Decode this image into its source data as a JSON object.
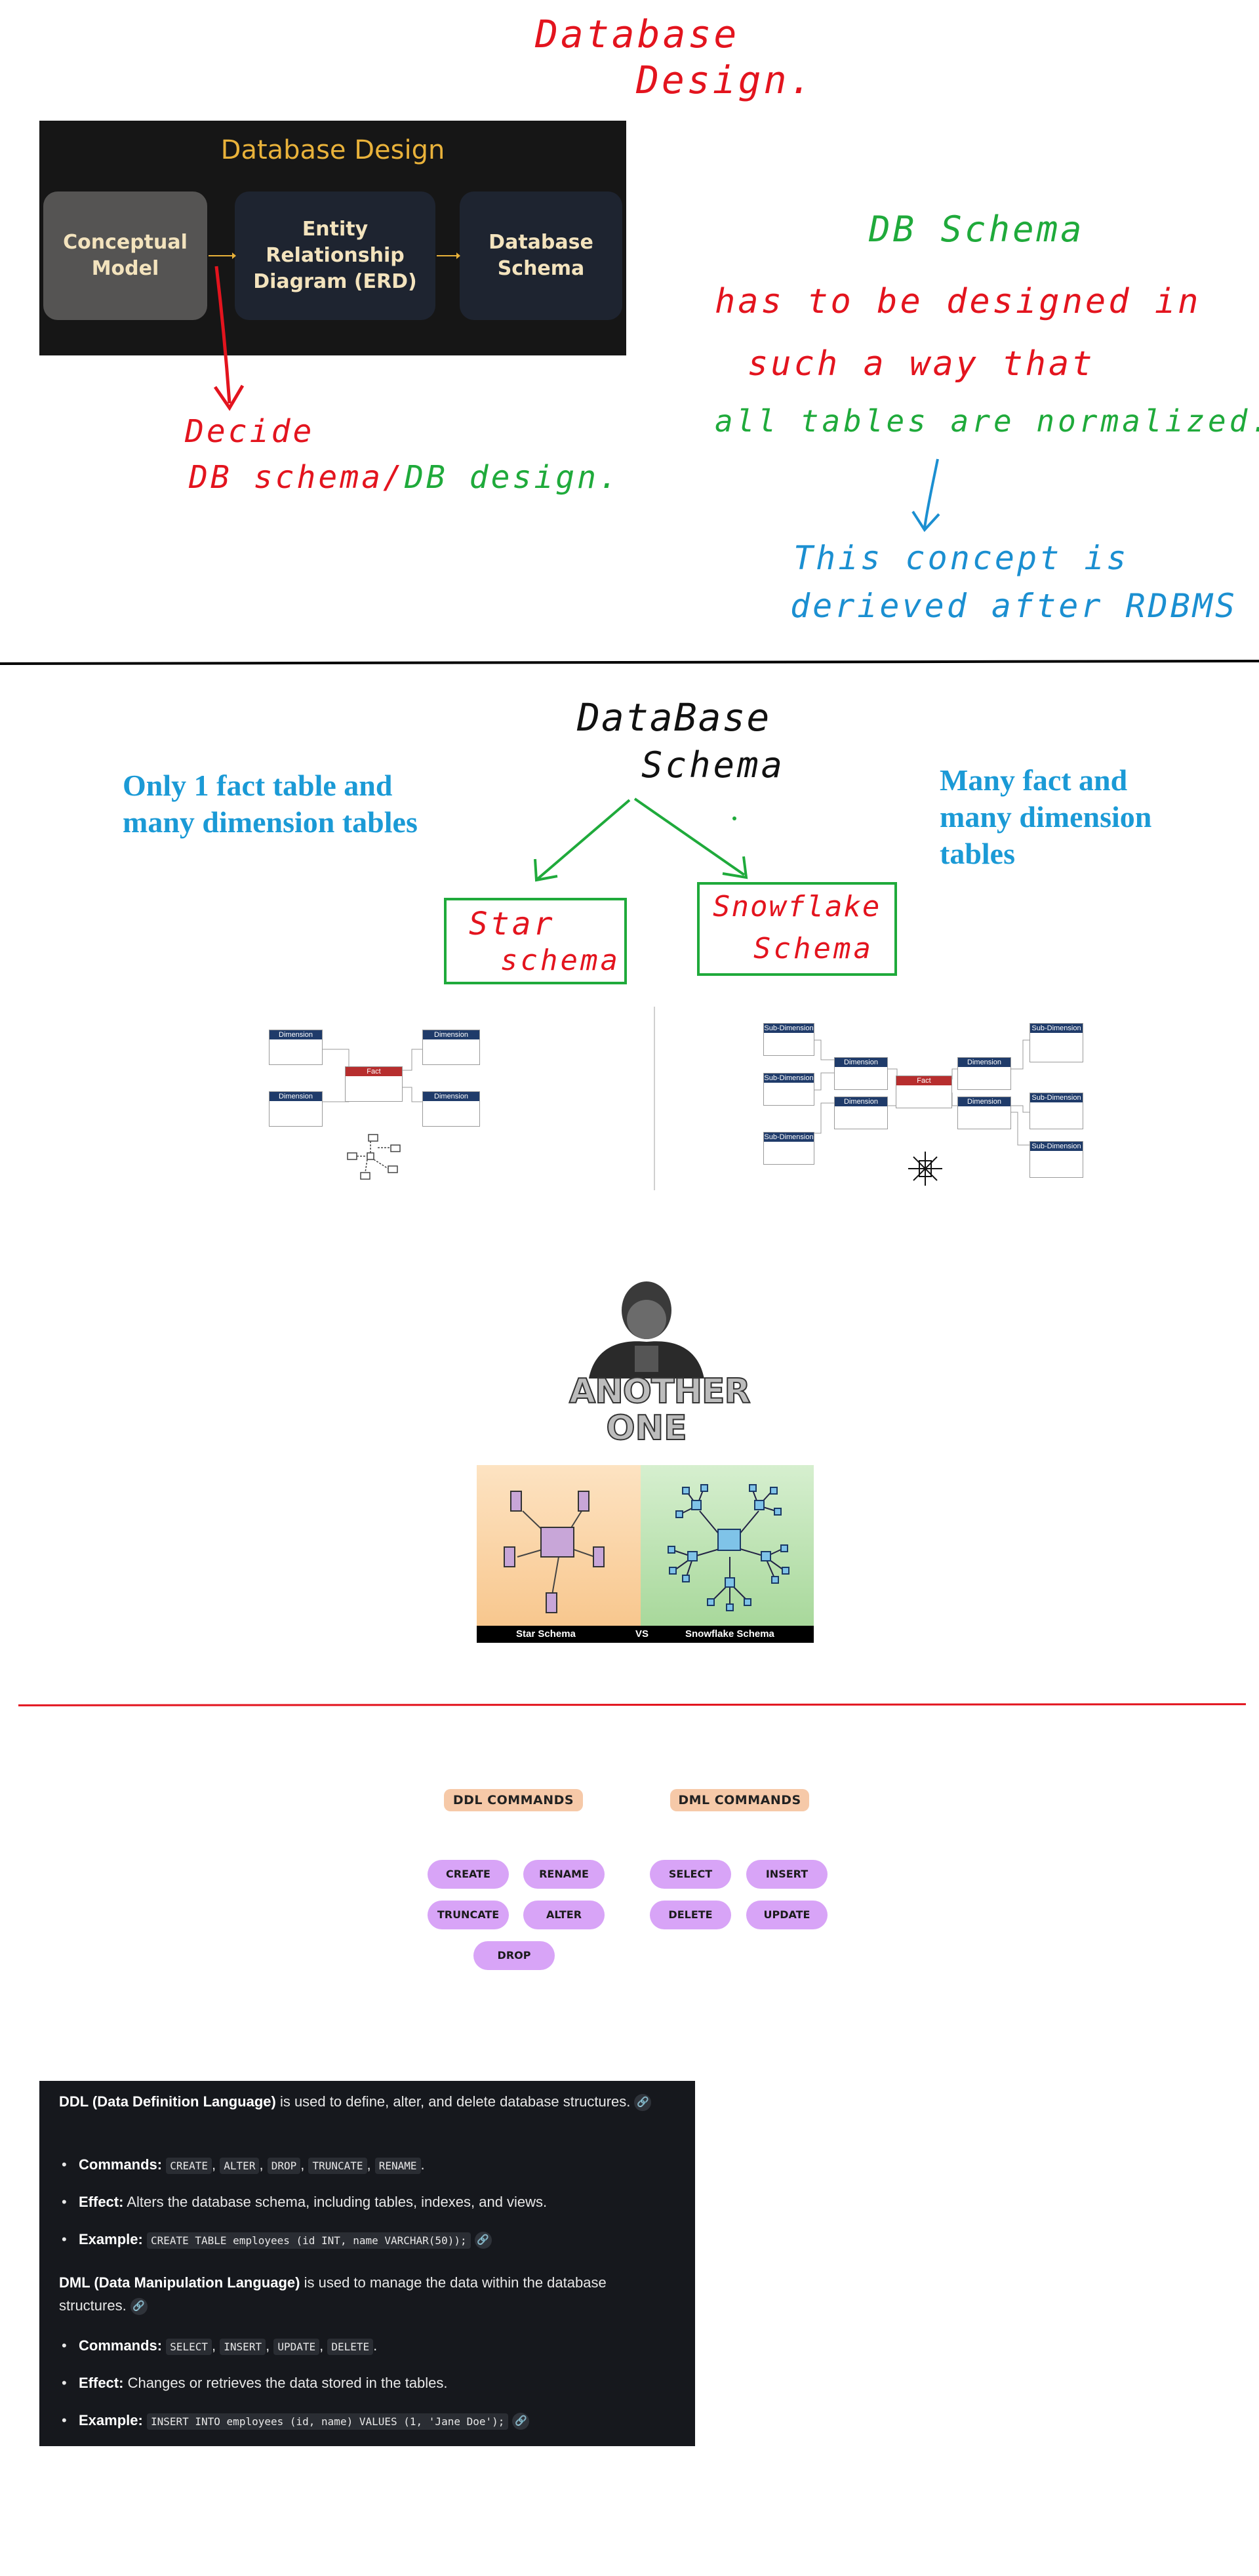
{
  "section_design": {
    "handwritten_title_line1": "Database",
    "handwritten_title_line2": "Design.",
    "card": {
      "title": "Database Design",
      "boxes": [
        "Conceptual Model",
        "Entity Relationship Diagram (ERD)",
        "Database Schema"
      ]
    },
    "decide_line1": "Decide",
    "decide_line2_red": "DB schema/",
    "decide_line2_green": "DB design.",
    "db_schema_heading": "DB Schema",
    "note_line1": "has to be designed in",
    "note_line2": "such a way that",
    "note_line3": "all tables are normalized.",
    "derived_line1": "This concept is",
    "derived_line2": "derieved after RDBMS"
  },
  "section_schema": {
    "title_line1": "DataBase",
    "title_line2": "Schema",
    "left_note": "Only 1 fact table and many dimension tables",
    "right_note": "Many fact and many dimension tables",
    "star_label_line1": "Star",
    "star_label_line2": "schema",
    "snowflake_label_line1": "Snowflake",
    "snowflake_label_line2": "Schema",
    "diagram_labels": {
      "dimension": "Dimension",
      "fact": "Fact",
      "sub_dimension": "Sub-Dimension"
    },
    "meme_caption_line1": "ANOTHER",
    "meme_caption_line2": "ONE",
    "comparison": {
      "left": "Star Schema",
      "vs": "VS",
      "right": "Snowflake Schema"
    }
  },
  "commands": {
    "ddl_title": "DDL COMMANDS",
    "dml_title": "DML COMMANDS",
    "ddl": [
      "CREATE",
      "RENAME",
      "TRUNCATE",
      "ALTER",
      "DROP"
    ],
    "dml": [
      "SELECT",
      "INSERT",
      "DELETE",
      "UPDATE"
    ]
  },
  "explanation": {
    "ddl_heading": "DDL (Data Definition Language)",
    "ddl_text": " is used to define, alter, and delete database structures.",
    "ddl_commands_label": "Commands:",
    "ddl_commands": [
      "CREATE",
      "ALTER",
      "DROP",
      "TRUNCATE",
      "RENAME"
    ],
    "ddl_effect_label": "Effect:",
    "ddl_effect": " Alters the database schema, including tables, indexes, and views.",
    "ddl_example_label": "Example:",
    "ddl_example": "CREATE TABLE employees (id INT, name VARCHAR(50));",
    "dml_heading": "DML (Data Manipulation Language)",
    "dml_text": " is used to manage the data within the database structures.",
    "dml_commands_label": "Commands:",
    "dml_commands": [
      "SELECT",
      "INSERT",
      "UPDATE",
      "DELETE"
    ],
    "dml_effect_label": "Effect:",
    "dml_effect": " Changes or retrieves the data stored in the tables.",
    "dml_example_label": "Example:",
    "dml_example": "INSERT INTO employees (id, name) VALUES (1, 'Jane Doe');"
  }
}
